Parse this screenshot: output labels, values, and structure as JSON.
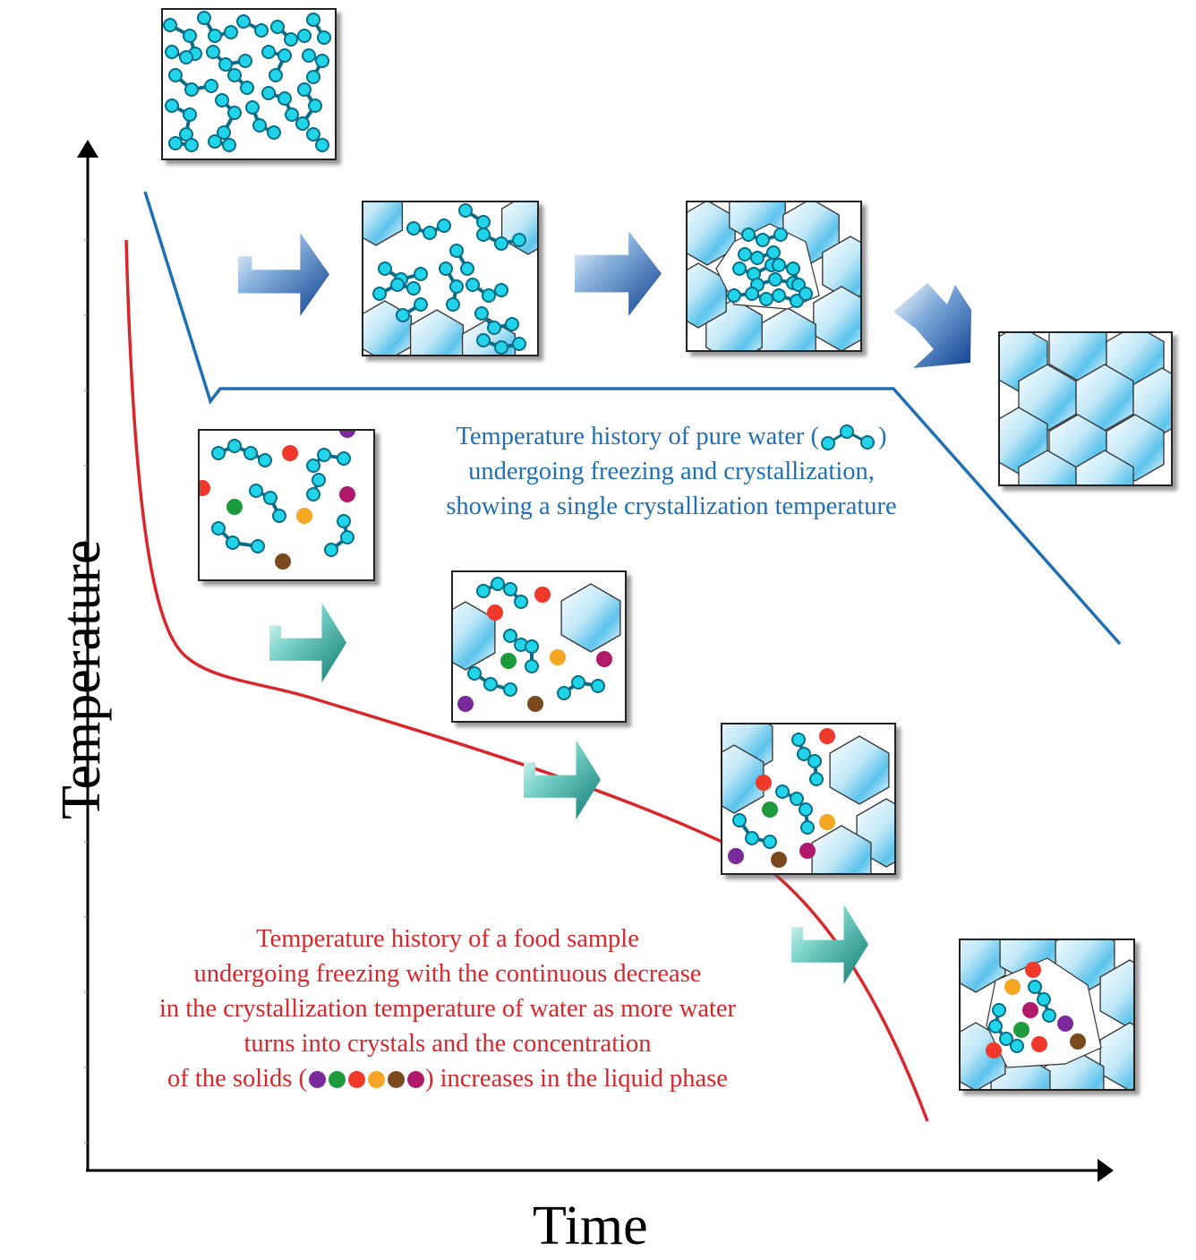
{
  "axes": {
    "x_label": "Time",
    "y_label": "Temperature"
  },
  "pure_water_note": {
    "line1_before": "Temperature history of pure water (",
    "line1_after": ")",
    "line2": "undergoing freezing and crystallization,",
    "line3": "showing a single crystallization temperature",
    "color": "#1f6fb4"
  },
  "food_note": {
    "line1": "Temperature history of a food sample",
    "line2": "undergoing freezing with the continuous decrease",
    "line3": "in the crystallization temperature of water as more water",
    "line4": "turns into crystals and the concentration",
    "line5_before": "of the solids (",
    "line5_after": ") increases in the liquid phase",
    "color": "#d9262b"
  },
  "colors": {
    "water_curve": "#1f6fb4",
    "food_curve": "#d9262b",
    "water_molecule": "#22d4e8",
    "ice_crystal": "#4fb8e6",
    "arrow_water": "#1a5aa8",
    "arrow_food": "#149a8c",
    "solid_purple": "#7a2a9a",
    "solid_green": "#1c9a3c",
    "solid_red": "#f0392b",
    "solid_orange": "#f5a623",
    "solid_brown": "#7a4a1e",
    "solid_magenta": "#b0186a"
  },
  "solids_legend": [
    "solid_purple",
    "solid_green",
    "solid_red",
    "solid_orange",
    "solid_brown",
    "solid_magenta"
  ]
}
